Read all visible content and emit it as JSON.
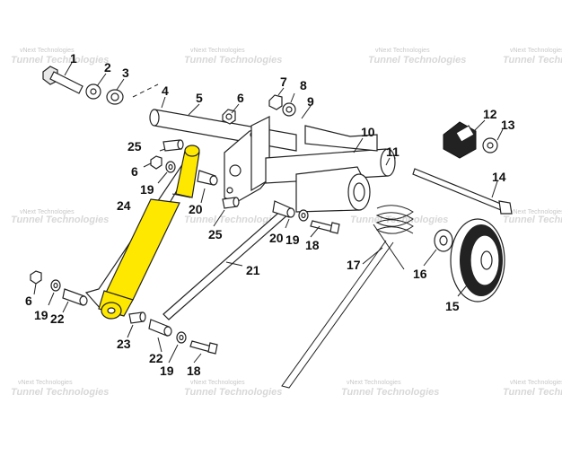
{
  "callouts": {
    "c1": "1",
    "c2": "2",
    "c3": "3",
    "c4": "4",
    "c5": "5",
    "c6a": "6",
    "c6b": "6",
    "c6c": "6",
    "c7": "7",
    "c8": "8",
    "c9": "9",
    "c10": "10",
    "c11": "11",
    "c12": "12",
    "c13": "13",
    "c14": "14",
    "c15": "15",
    "c16": "16",
    "c17": "17",
    "c18a": "18",
    "c18b": "18",
    "c19a": "19",
    "c19b": "19",
    "c19c": "19",
    "c19d": "19",
    "c20a": "20",
    "c20b": "20",
    "c21": "21",
    "c22a": "22",
    "c22b": "22",
    "c23": "23",
    "c24": "24",
    "c25a": "25",
    "c25b": "25"
  },
  "watermark": {
    "text": "vNext Technologies",
    "logo": "Tunnel Technologies"
  },
  "highlight_color": "#ffe800"
}
